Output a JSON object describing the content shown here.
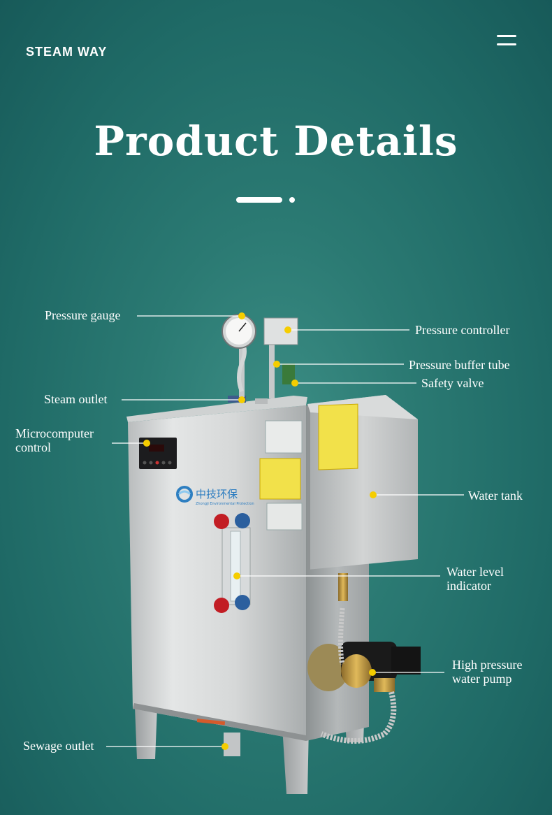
{
  "header": {
    "brand": "STEAM  WAY",
    "menu_icon": "hamburger-menu-icon"
  },
  "hero": {
    "title": "Product Details"
  },
  "machine": {
    "logo_text": "中技环保",
    "logo_subtext": "Zhongji Environmental Protection"
  },
  "labels": {
    "pressure_gauge": "Pressure gauge",
    "steam_outlet": "Steam outlet",
    "microcomputer_control_1": "Microcomputer",
    "microcomputer_control_2": "control",
    "sewage_outlet": "Sewage outlet",
    "pressure_controller": "Pressure controller",
    "pressure_buffer_tube": "Pressure buffer tube",
    "safety_valve": "Safety valve",
    "water_tank": "Water tank",
    "water_level_indicator_1": "Water level",
    "water_level_indicator_2": "indicator",
    "high_pressure_pump_1": "High pressure",
    "high_pressure_pump_2": "water pump"
  },
  "colors": {
    "marker": "#f5cd00",
    "line": "#ffffff"
  }
}
